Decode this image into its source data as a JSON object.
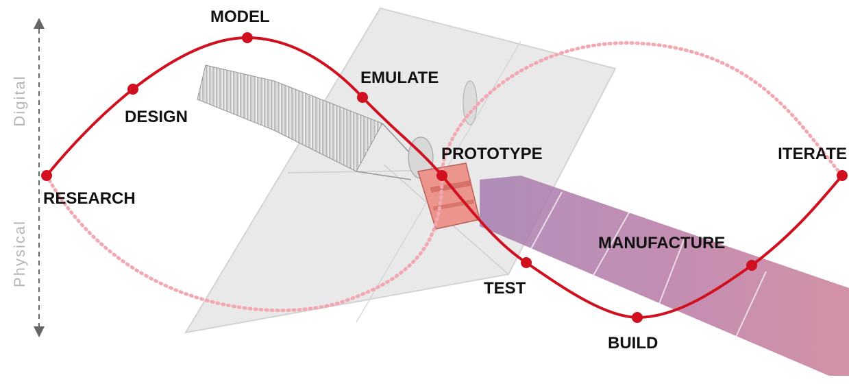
{
  "axis": {
    "top_label": "Digital",
    "bottom_label": "Physical"
  },
  "stages": [
    {
      "id": "research",
      "label": "RESEARCH"
    },
    {
      "id": "design",
      "label": "DESIGN"
    },
    {
      "id": "model",
      "label": "MODEL"
    },
    {
      "id": "emulate",
      "label": "EMULATE"
    },
    {
      "id": "prototype",
      "label": "PROTOTYPE"
    },
    {
      "id": "test",
      "label": "TEST"
    },
    {
      "id": "build",
      "label": "BUILD"
    },
    {
      "id": "manufacture",
      "label": "MANUFACTURE"
    },
    {
      "id": "iterate",
      "label": "ITERATE"
    }
  ],
  "colors": {
    "curve": "#d0101e",
    "ghost_curve": "#f3a7b1",
    "axis_arrow": "#666666",
    "satellite_panel": "#e6e6e6",
    "solar_array": "#a86fa0"
  }
}
